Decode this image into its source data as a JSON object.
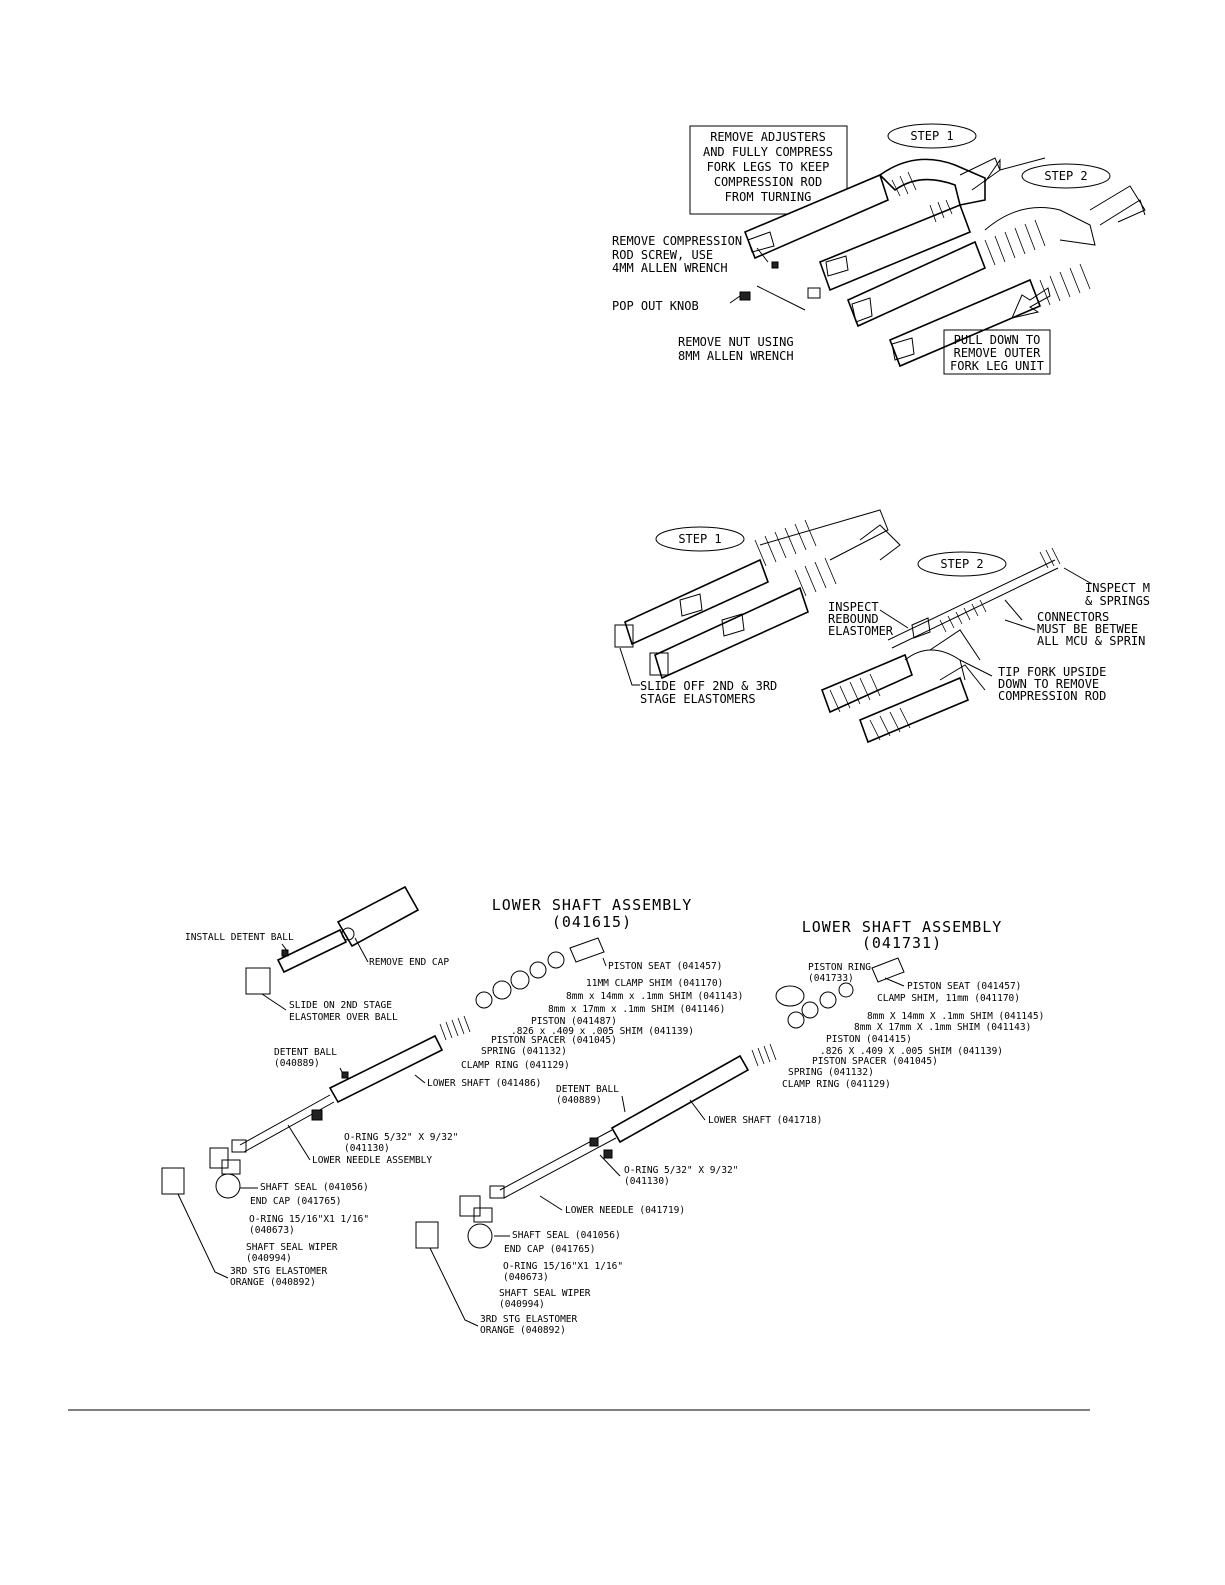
{
  "diagram1": {
    "box_lines": [
      "REMOVE ADJUSTERS",
      "AND FULLY COMPRESS",
      "FORK LEGS TO KEEP",
      "COMPRESSION ROD",
      "FROM TURNING"
    ],
    "step1": "STEP 1",
    "step2": "STEP 2",
    "remove_rod_lines": [
      "REMOVE COMPRESSION",
      "ROD SCREW, USE",
      "4MM ALLEN WRENCH"
    ],
    "pop_out": "POP OUT KNOB",
    "remove_nut_lines": [
      "REMOVE NUT USING",
      "8MM ALLEN WRENCH"
    ],
    "pull_down_lines": [
      "PULL DOWN TO",
      "REMOVE OUTER",
      "FORK LEG UNIT"
    ]
  },
  "diagram2": {
    "step1": "STEP 1",
    "step2": "STEP 2",
    "inspect_mcu_lines": [
      "INSPECT M",
      "& SPRINGS"
    ],
    "inspect_rebound_lines": [
      "INSPECT",
      "REBOUND",
      "ELASTOMER"
    ],
    "connectors_lines": [
      "CONNECTORS",
      "MUST BE BETWEE",
      "ALL MCU & SPRIN"
    ],
    "slide_off_lines": [
      "SLIDE OFF 2ND & 3RD",
      "STAGE ELASTOMERS"
    ],
    "tip_fork_lines": [
      "TIP FORK UPSIDE",
      "DOWN TO REMOVE",
      "COMPRESSION ROD"
    ]
  },
  "diagram3": {
    "title_left": [
      "LOWER SHAFT ASSEMBLY",
      "(041615)"
    ],
    "title_right": [
      "LOWER SHAFT ASSEMBLY",
      "(041731)"
    ],
    "left": {
      "install_detent": "INSTALL DETENT BALL",
      "remove_end_cap": "REMOVE END CAP",
      "slide_on_lines": [
        "SLIDE ON 2ND STAGE",
        "ELASTOMER OVER BALL"
      ],
      "piston_seat": "PISTON SEAT (041457)",
      "clamp_shim": "11MM CLAMP SHIM (041170)",
      "shim_14": "8mm x 14mm x .1mm SHIM (041143)",
      "shim_17": "8mm x 17mm x .1mm SHIM (041146)",
      "piston": "PISTON (041487)",
      "shim_826": ".826 x .409 x .005 SHIM (041139)",
      "piston_spacer": "PISTON SPACER (041045)",
      "spring": "SPRING (041132)",
      "clamp_ring": "CLAMP RING (041129)",
      "detent_ball_lines": [
        "DETENT BALL",
        "(040889)"
      ],
      "lower_shaft": "LOWER SHAFT (041486)",
      "oring_small_lines": [
        "O-RING 5/32\" X 9/32\"",
        "(041130)"
      ],
      "lower_needle": "LOWER NEEDLE ASSEMBLY",
      "shaft_seal": "SHAFT SEAL (041056)",
      "end_cap": "END CAP (041765)",
      "oring_large_lines": [
        "O-RING 15/16\"X1 1/16\"",
        "(040673)"
      ],
      "wiper_lines": [
        "SHAFT SEAL WIPER",
        "(040994)"
      ],
      "elastomer_lines": [
        "3RD STG ELASTOMER",
        "ORANGE (040892)"
      ]
    },
    "right": {
      "piston_ring_lines": [
        "PISTON RING",
        "(041733)"
      ],
      "piston_seat": "PISTON SEAT (041457)",
      "clamp_shim": "CLAMP SHIM, 11mm (041170)",
      "shim_14": "8mm X 14mm X .1mm SHIM (041145)",
      "shim_17": "8mm X 17mm X .1mm SHIM (041143)",
      "piston": "PISTON (041415)",
      "shim_826": ".826 X .409 X .005 SHIM (041139)",
      "piston_spacer": "PISTON SPACER (041045)",
      "spring": "SPRING (041132)",
      "clamp_ring": "CLAMP RING (041129)",
      "detent_ball_lines": [
        "DETENT BALL",
        "(040889)"
      ],
      "lower_shaft": "LOWER SHAFT (041718)",
      "oring_small_lines": [
        "O-RING 5/32\" X 9/32\"",
        "(041130)"
      ],
      "lower_needle": "LOWER NEEDLE (041719)",
      "shaft_seal": "SHAFT SEAL (041056)",
      "end_cap": "END CAP (041765)",
      "oring_large_lines": [
        "O-RING 15/16\"X1 1/16\"",
        "(040673)"
      ],
      "wiper_lines": [
        "SHAFT SEAL WIPER",
        "(040994)"
      ],
      "elastomer_lines": [
        "3RD STG ELASTOMER",
        "ORANGE (040892)"
      ]
    }
  }
}
